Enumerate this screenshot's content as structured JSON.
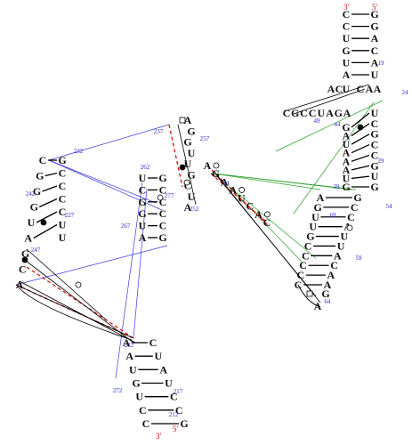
{
  "diagram": {
    "type": "rna-secondary-structure",
    "colors": {
      "nucleotide": "#111111",
      "residue_number": "#2a2ad0",
      "strand_end": "#d01010",
      "tertiary_blue": "#3a3ae0",
      "tertiary_green": "#2aa02a",
      "tertiary_red_dashed": "#e01010",
      "backbone": "#000000"
    },
    "strand_ends": [
      "3'",
      "5'",
      "3'",
      "5'"
    ],
    "residue_numbers": [
      "19",
      "24",
      "29",
      "34",
      "39",
      "44",
      "49",
      "54",
      "59",
      "64",
      "69",
      "212",
      "217",
      "222",
      "227",
      "232",
      "237",
      "242",
      "247",
      "252",
      "257",
      "262",
      "267",
      "272",
      "277"
    ],
    "right_molecule": {
      "top_stem_left": [
        "C",
        "C",
        "U",
        "G",
        "U",
        "A"
      ],
      "top_stem_right": [
        "G",
        "G",
        "A",
        "C",
        "A",
        "U"
      ],
      "bulge": [
        "A",
        "C",
        "U",
        "C",
        "A",
        "A"
      ],
      "junction_strand": [
        "C",
        "G",
        "C",
        "C",
        "U",
        "A",
        "G",
        "A"
      ],
      "lower_stem_left": [
        "G",
        "A",
        "U",
        "A",
        "A",
        "A",
        "U",
        "G"
      ],
      "lower_stem_right": [
        "U",
        "C",
        "G",
        "C",
        "C",
        "G",
        "U",
        "G"
      ],
      "diagonal_left": [
        "A",
        "G",
        "U",
        "U",
        "G",
        "C",
        "C",
        "C",
        "C",
        "C"
      ],
      "diagonal_right": [
        "G",
        "C",
        "C",
        "A",
        "U",
        "U",
        "A",
        "C",
        "A",
        "A"
      ]
    },
    "left_molecule": {
      "stem1_left": [
        "C",
        "G",
        "G",
        "G",
        "U",
        "A",
        "G",
        "C",
        "A"
      ],
      "stem1_right": [
        "G",
        "C",
        "C",
        "C",
        "C",
        "U",
        "U"
      ],
      "stem2_left": [
        "U",
        "C",
        "G",
        "G",
        "U",
        "A"
      ],
      "stem2_right": [
        "G",
        "C",
        "C",
        "C",
        "C",
        "G"
      ],
      "top_hairpin": [
        "A",
        "G",
        "G",
        "U",
        "U",
        "G",
        "C",
        "U",
        "A"
      ],
      "bottom_stem_left": [
        "A",
        "A",
        "U",
        "G",
        "U",
        "C",
        "C"
      ],
      "bottom_stem_right": [
        "C",
        "U",
        "A",
        "U",
        "C",
        "C",
        "G"
      ]
    }
  }
}
